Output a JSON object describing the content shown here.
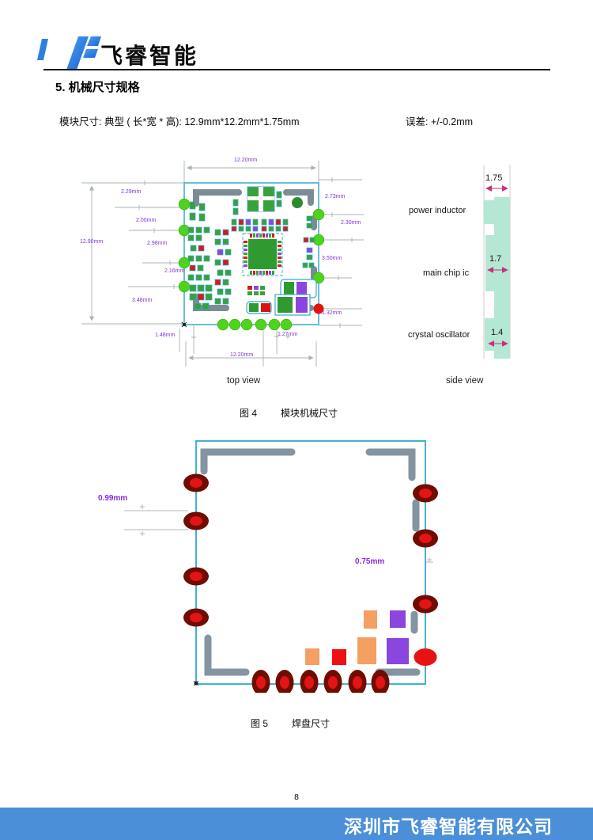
{
  "page": {
    "number": "8"
  },
  "header": {
    "logo_text": "飞睿智能",
    "company": "深圳市飞睿智能有限公司"
  },
  "section": {
    "title": "5. 机械尺寸规格"
  },
  "spec": {
    "dimensions": "模块尺寸: 典型 ( 长*宽 * 高): 12.9mm*12.2mm*1.75mm",
    "tolerance": "误差: +/-0.2mm"
  },
  "figure4": {
    "caption_label": "图 4",
    "caption_title": "模块机械尺寸",
    "top_view": {
      "caption": "top view",
      "dim_top_width": "12.20mm",
      "dim_overall_height": "12.90mm",
      "dims_left": [
        "2.29mm",
        "2.00mm",
        "2.98mm",
        "2.16mm",
        "3.48mm"
      ],
      "dims_right": [
        "2.73mm",
        "2.30mm",
        "3.50mm",
        "1.32mm"
      ],
      "dims_bottom": [
        "1.48mm",
        "1.27mm"
      ],
      "dim_bottom_width": "12.20mm"
    },
    "side_view": {
      "caption": "side view",
      "components": [
        {
          "name": "power inductor",
          "thickness": "1.75"
        },
        {
          "name": "main chip ic",
          "thickness": "1.7"
        },
        {
          "name": "crystal oscillator",
          "thickness": "1.4"
        }
      ]
    }
  },
  "figure5": {
    "caption_label": "图 5",
    "caption_title": "焊盘尺寸",
    "dim_pad_width": "0.99mm",
    "dim_pad_height": "0.75mm"
  },
  "colors": {
    "logo_blue": "#2f7fe0",
    "footer_bar": "#4a8fd8",
    "dimension_purple": "#7d35d6",
    "pcb_outline_cyan": "#35aacd",
    "pad_green": "#4ed41c",
    "component_green": "#3aa13a",
    "component_red": "#e01212",
    "component_purple": "#8c46e0",
    "component_orange": "#f5a062",
    "bracket_gray": "#8494a0",
    "side_fill_mint": "#b4e7d4",
    "arrow_pink": "#cc2e7a",
    "pad_dark_red": "#700c00",
    "pad_bright_red": "#e41414"
  }
}
